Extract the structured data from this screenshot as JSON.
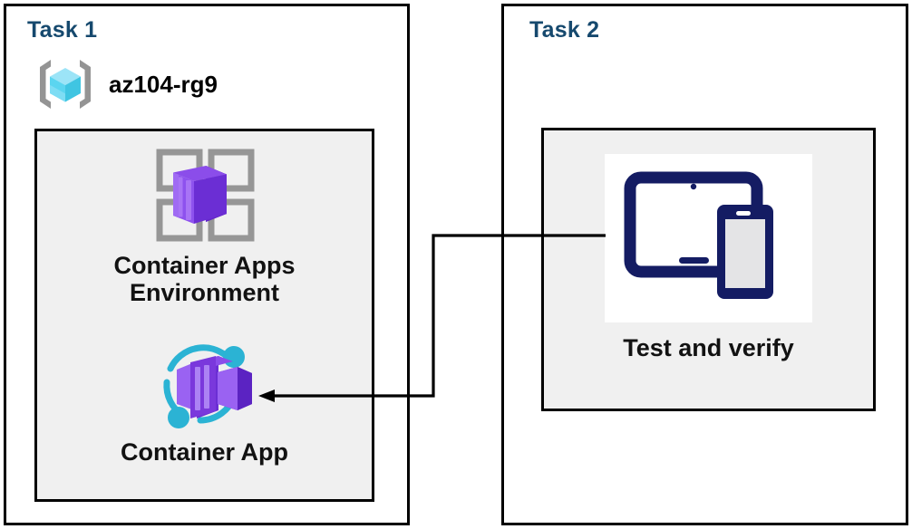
{
  "diagram": {
    "title_color": "#16496E",
    "panel_color": "#f0f0f0",
    "border_color": "#000000",
    "accent_purple": "#7A32D4",
    "accent_cyan": "#2BB3D4",
    "accent_navy": "#141C63"
  },
  "task1": {
    "title": "Task 1",
    "resource_group": {
      "label": "az104-rg9",
      "icon": "resource-group-icon"
    },
    "nodes": [
      {
        "id": "container-apps-environment",
        "label": "Container Apps\nEnvironment",
        "icon": "container-apps-environment-icon"
      },
      {
        "id": "container-app",
        "label": "Container App",
        "icon": "container-app-icon"
      }
    ]
  },
  "task2": {
    "title": "Task 2",
    "nodes": [
      {
        "id": "test-and-verify",
        "label": "Test and verify",
        "icon": "devices-icon"
      }
    ]
  },
  "connector": {
    "from": "test-and-verify",
    "to": "container-app",
    "arrow": "left-arrowhead"
  }
}
